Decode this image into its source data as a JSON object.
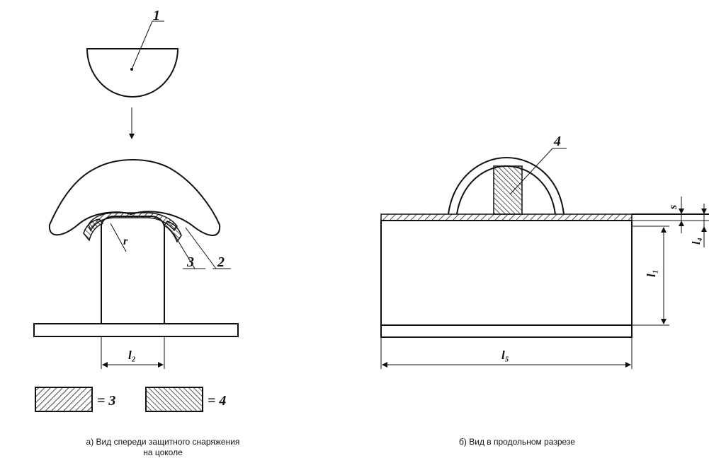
{
  "labels": {
    "item1": "1",
    "item2": "2",
    "item3": "3",
    "item4": "4",
    "r": "r",
    "l2": "l₂",
    "l5": "l₅",
    "l1": "l₁",
    "s": "s",
    "l4": "l₄"
  },
  "legend": {
    "eq3": "= 3",
    "eq4": "= 4"
  },
  "captions": {
    "a_line1": "а) Вид спереди защитного снаряжения",
    "a_line2": "на цоколе",
    "b": "б) Вид в продольном разрезе"
  },
  "colors": {
    "ink": "#111111",
    "background": "#ffffff"
  }
}
